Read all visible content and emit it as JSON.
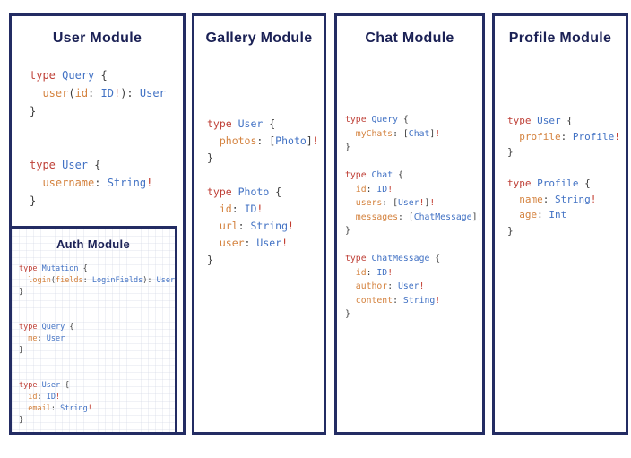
{
  "colors": {
    "panel_border": "#232c63",
    "title": "#1b2155",
    "kw": "#bf4037",
    "ty": "#4272c4",
    "fl": "#d4823e",
    "pu": "#3d3d3d",
    "bang": "#c23b2e"
  },
  "panels": [
    {
      "title": "User Module",
      "code": [
        [
          [
            "k",
            "type "
          ],
          [
            "t",
            "Query "
          ],
          [
            "p",
            "{"
          ]
        ],
        [
          [
            "f",
            "  user"
          ],
          [
            "p",
            "("
          ],
          [
            "f",
            "id"
          ],
          [
            "p",
            ": "
          ],
          [
            "t",
            "ID"
          ],
          [
            "b",
            "!"
          ],
          [
            "p",
            "): "
          ],
          [
            "t",
            "User"
          ]
        ],
        [
          [
            "p",
            "}"
          ]
        ],
        [],
        [],
        [
          [
            "k",
            "type "
          ],
          [
            "t",
            "User "
          ],
          [
            "p",
            "{"
          ]
        ],
        [
          [
            "f",
            "  username"
          ],
          [
            "p",
            ": "
          ],
          [
            "t",
            "String"
          ],
          [
            "b",
            "!"
          ]
        ],
        [
          [
            "p",
            "}"
          ]
        ]
      ]
    },
    {
      "title": "Gallery Module",
      "code": [
        [
          [
            "k",
            "type "
          ],
          [
            "t",
            "User "
          ],
          [
            "p",
            "{"
          ]
        ],
        [
          [
            "f",
            "  photos"
          ],
          [
            "p",
            ": ["
          ],
          [
            "t",
            "Photo"
          ],
          [
            "p",
            "]"
          ],
          [
            "b",
            "!"
          ]
        ],
        [
          [
            "p",
            "}"
          ]
        ],
        [],
        [
          [
            "k",
            "type "
          ],
          [
            "t",
            "Photo "
          ],
          [
            "p",
            "{"
          ]
        ],
        [
          [
            "f",
            "  id"
          ],
          [
            "p",
            ": "
          ],
          [
            "t",
            "ID"
          ],
          [
            "b",
            "!"
          ]
        ],
        [
          [
            "f",
            "  url"
          ],
          [
            "p",
            ": "
          ],
          [
            "t",
            "String"
          ],
          [
            "b",
            "!"
          ]
        ],
        [
          [
            "f",
            "  user"
          ],
          [
            "p",
            ": "
          ],
          [
            "t",
            "User"
          ],
          [
            "b",
            "!"
          ]
        ],
        [
          [
            "p",
            "}"
          ]
        ]
      ]
    },
    {
      "title": "Chat Module",
      "code": [
        [
          [
            "k",
            "type "
          ],
          [
            "t",
            "Query "
          ],
          [
            "p",
            "{"
          ]
        ],
        [
          [
            "f",
            "  myChats"
          ],
          [
            "p",
            ": ["
          ],
          [
            "t",
            "Chat"
          ],
          [
            "p",
            "]"
          ],
          [
            "b",
            "!"
          ]
        ],
        [
          [
            "p",
            "}"
          ]
        ],
        [],
        [
          [
            "k",
            "type "
          ],
          [
            "t",
            "Chat "
          ],
          [
            "p",
            "{"
          ]
        ],
        [
          [
            "f",
            "  id"
          ],
          [
            "p",
            ": "
          ],
          [
            "t",
            "ID"
          ],
          [
            "b",
            "!"
          ]
        ],
        [
          [
            "f",
            "  users"
          ],
          [
            "p",
            ": ["
          ],
          [
            "t",
            "User"
          ],
          [
            "b",
            "!"
          ],
          [
            "p",
            "]"
          ],
          [
            "b",
            "!"
          ]
        ],
        [
          [
            "f",
            "  messages"
          ],
          [
            "p",
            ": ["
          ],
          [
            "t",
            "ChatMessage"
          ],
          [
            "p",
            "]"
          ],
          [
            "b",
            "!"
          ]
        ],
        [
          [
            "p",
            "}"
          ]
        ],
        [],
        [
          [
            "k",
            "type "
          ],
          [
            "t",
            "ChatMessage "
          ],
          [
            "p",
            "{"
          ]
        ],
        [
          [
            "f",
            "  id"
          ],
          [
            "p",
            ": "
          ],
          [
            "t",
            "ID"
          ],
          [
            "b",
            "!"
          ]
        ],
        [
          [
            "f",
            "  author"
          ],
          [
            "p",
            ": "
          ],
          [
            "t",
            "User"
          ],
          [
            "b",
            "!"
          ]
        ],
        [
          [
            "f",
            "  content"
          ],
          [
            "p",
            ": "
          ],
          [
            "t",
            "String"
          ],
          [
            "b",
            "!"
          ]
        ],
        [
          [
            "p",
            "}"
          ]
        ]
      ]
    },
    {
      "title": "Profile Module",
      "code": [
        [
          [
            "k",
            "type "
          ],
          [
            "t",
            "User "
          ],
          [
            "p",
            "{"
          ]
        ],
        [
          [
            "f",
            "  profile"
          ],
          [
            "p",
            ": "
          ],
          [
            "t",
            "Profile"
          ],
          [
            "b",
            "!"
          ]
        ],
        [
          [
            "p",
            "}"
          ]
        ],
        [],
        [
          [
            "k",
            "type "
          ],
          [
            "t",
            "Profile "
          ],
          [
            "p",
            "{"
          ]
        ],
        [
          [
            "f",
            "  name"
          ],
          [
            "p",
            ": "
          ],
          [
            "t",
            "String"
          ],
          [
            "b",
            "!"
          ]
        ],
        [
          [
            "f",
            "  age"
          ],
          [
            "p",
            ": "
          ],
          [
            "t",
            "Int"
          ]
        ],
        [
          [
            "p",
            "}"
          ]
        ]
      ]
    }
  ],
  "auth_module": {
    "title": "Auth Module",
    "code": [
      [
        [
          "k",
          "type "
        ],
        [
          "t",
          "Mutation "
        ],
        [
          "p",
          "{"
        ]
      ],
      [
        [
          "f",
          "  login"
        ],
        [
          "p",
          "("
        ],
        [
          "f",
          "fields"
        ],
        [
          "p",
          ": "
        ],
        [
          "t",
          "LoginFields"
        ],
        [
          "p",
          "): "
        ],
        [
          "t",
          "User"
        ]
      ],
      [
        [
          "p",
          "}"
        ]
      ],
      [],
      [],
      [
        [
          "k",
          "type "
        ],
        [
          "t",
          "Query "
        ],
        [
          "p",
          "{"
        ]
      ],
      [
        [
          "f",
          "  me"
        ],
        [
          "p",
          ": "
        ],
        [
          "t",
          "User"
        ]
      ],
      [
        [
          "p",
          "}"
        ]
      ],
      [],
      [],
      [
        [
          "k",
          "type "
        ],
        [
          "t",
          "User "
        ],
        [
          "p",
          "{"
        ]
      ],
      [
        [
          "f",
          "  id"
        ],
        [
          "p",
          ": "
        ],
        [
          "t",
          "ID"
        ],
        [
          "b",
          "!"
        ]
      ],
      [
        [
          "f",
          "  email"
        ],
        [
          "p",
          ": "
        ],
        [
          "t",
          "String"
        ],
        [
          "b",
          "!"
        ]
      ],
      [
        [
          "p",
          "}"
        ]
      ]
    ]
  }
}
